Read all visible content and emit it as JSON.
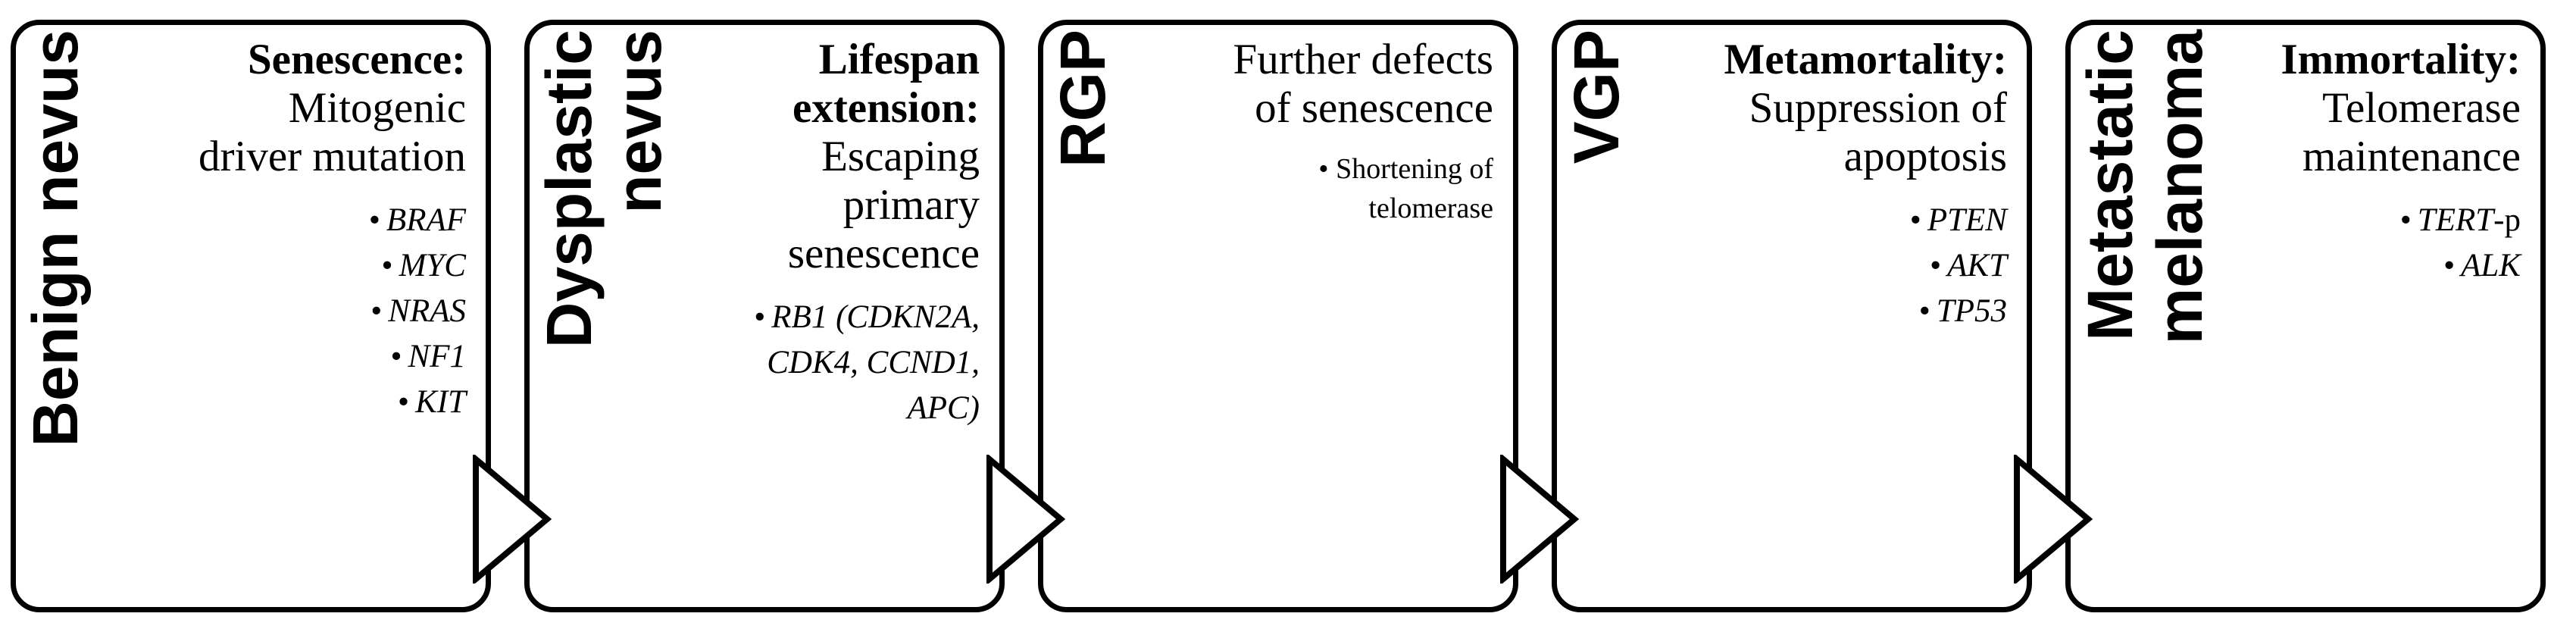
{
  "stages": [
    {
      "title_lines": [
        "Benign nevus"
      ],
      "heading_lines": [
        {
          "text": "Senescence:",
          "bold": true
        },
        {
          "text": "Mitogenic",
          "bold": false
        },
        {
          "text": "driver mutation",
          "bold": false
        }
      ],
      "markers": [
        {
          "lines": [
            "BRAF"
          ]
        },
        {
          "lines": [
            "MYC"
          ]
        },
        {
          "lines": [
            "NRAS"
          ]
        },
        {
          "lines": [
            "NF1"
          ]
        },
        {
          "lines": [
            "KIT"
          ]
        }
      ]
    },
    {
      "title_lines": [
        "Dysplastic",
        "nevus"
      ],
      "heading_lines": [
        {
          "text": "Lifespan",
          "bold": true
        },
        {
          "text": "extension:",
          "bold": true
        },
        {
          "text": "Escaping",
          "bold": false
        },
        {
          "text": "primary",
          "bold": false
        },
        {
          "text": "senescence",
          "bold": false
        }
      ],
      "markers": [
        {
          "lines": [
            "RB1 (CDKN2A,",
            "CDK4, CCND1,",
            "APC)"
          ]
        }
      ]
    },
    {
      "title_lines": [
        "RGP"
      ],
      "heading_lines": [
        {
          "text": "Further defects",
          "bold": false
        },
        {
          "text": "of senescence",
          "bold": false
        }
      ],
      "notes": [
        {
          "lines": [
            "Shortening of",
            "telomerase"
          ]
        }
      ]
    },
    {
      "title_lines": [
        "VGP"
      ],
      "heading_lines": [
        {
          "text": "Metamortality:",
          "bold": true
        },
        {
          "text": "Suppression of",
          "bold": false
        },
        {
          "text": "apoptosis",
          "bold": false
        }
      ],
      "markers": [
        {
          "lines": [
            "PTEN"
          ]
        },
        {
          "lines": [
            "AKT"
          ]
        },
        {
          "lines": [
            "TP53"
          ]
        }
      ]
    },
    {
      "title_lines": [
        "Metastatic",
        "melanoma"
      ],
      "heading_lines": [
        {
          "text": "Immortality:",
          "bold": true
        },
        {
          "text": "Telomerase",
          "bold": false
        },
        {
          "text": "maintenance",
          "bold": false
        }
      ],
      "markers": [
        {
          "lines": [
            "TERT"
          ],
          "suffix": "-p"
        },
        {
          "lines": [
            "ALK"
          ]
        }
      ]
    }
  ],
  "colors": {
    "stroke": "#000000",
    "fill": "#ffffff",
    "text": "#000000"
  },
  "arrow_icon": "triangle-right-outline"
}
